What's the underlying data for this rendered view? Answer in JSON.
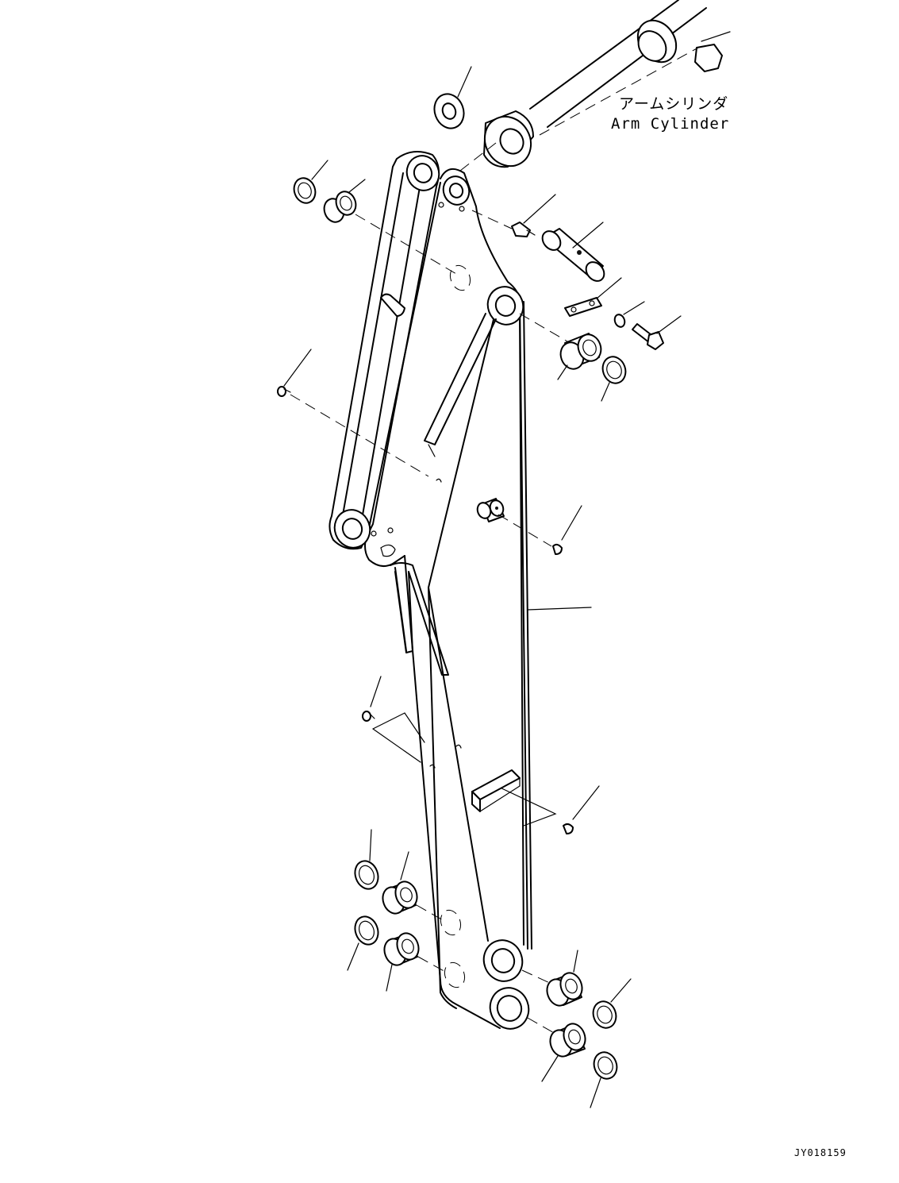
{
  "diagram": {
    "callout_label": {
      "japanese": "アームシリンダ",
      "english": "Arm Cylinder"
    },
    "drawing_id": "JY018159"
  }
}
